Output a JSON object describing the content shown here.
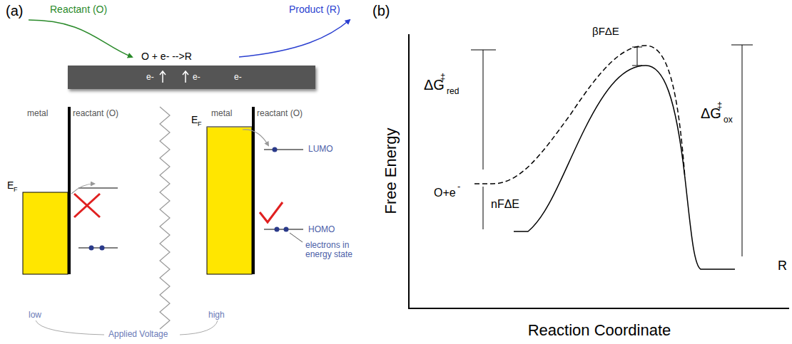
{
  "diagram": {
    "nodes": [
      {
        "text": [
          "e-",
          "e-",
          "e-"
        ]
      }
    ],
    "labels": [
      "(a)",
      "Reactant (O)",
      "Product (R)",
      "O + e- -->R",
      "metal",
      "reactant (O)",
      "E",
      "F",
      "metal",
      "reactant (O)",
      "E",
      "F",
      "LUMO",
      "HOMO",
      "electrons in energy state",
      "low",
      "high",
      "Applied Voltage",
      "(b)",
      "ΔG",
      "‡",
      "red",
      "βFΔE",
      "O+e",
      "-",
      "nFΔE",
      "ΔG",
      "‡",
      "ox",
      "R",
      "Free Energy",
      "Reaction Coordinate"
    ]
  }
}
